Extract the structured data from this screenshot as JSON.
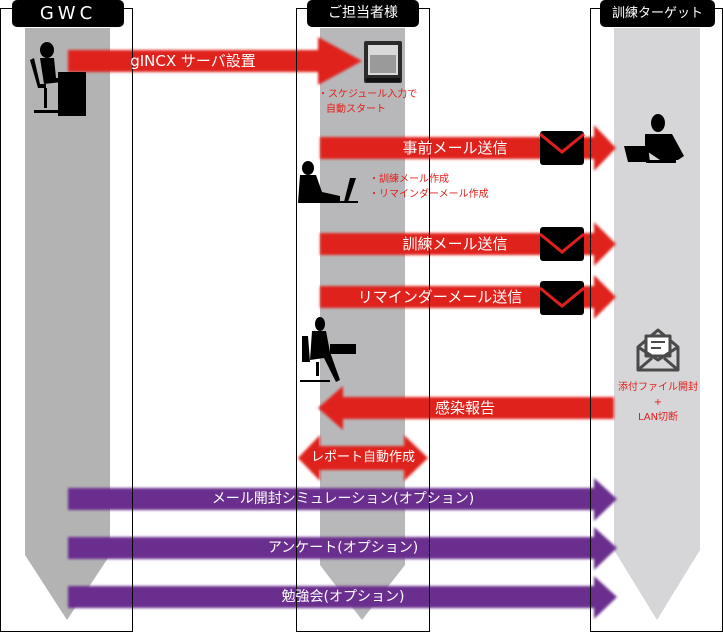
{
  "lanes": [
    {
      "id": "gwc",
      "title": "GWC"
    },
    {
      "id": "customer",
      "title": "ご担当者様"
    },
    {
      "id": "target",
      "title": "訓練ターゲット"
    }
  ],
  "flows": [
    {
      "id": "server-setup",
      "label": "gINCX サーバ設置",
      "color": "#e0201c",
      "direction": "right",
      "from": "GWC",
      "to": "ご担当者様"
    },
    {
      "id": "pre-mail",
      "label": "事前メール送信",
      "color": "#e0201c",
      "direction": "right",
      "from": "ご担当者様",
      "to": "訓練ターゲット"
    },
    {
      "id": "training-mail",
      "label": "訓練メール送信",
      "color": "#e0201c",
      "direction": "right",
      "from": "ご担当者様",
      "to": "訓練ターゲット"
    },
    {
      "id": "reminder-mail",
      "label": "リマインダーメール送信",
      "color": "#e0201c",
      "direction": "right",
      "from": "ご担当者様",
      "to": "訓練ターゲット"
    },
    {
      "id": "infection-report",
      "label": "感染報告",
      "color": "#e0201c",
      "direction": "left",
      "from": "訓練ターゲット",
      "to": "ご担当者様"
    },
    {
      "id": "auto-report",
      "label": "レポート自動作成",
      "color": "#e0201c",
      "direction": "both"
    },
    {
      "id": "mail-open-sim",
      "label": "メール開封シミュレーション(オプション)",
      "color": "#6a2f8e",
      "direction": "right"
    },
    {
      "id": "survey",
      "label": "アンケート(オプション)",
      "color": "#6a2f8e",
      "direction": "right"
    },
    {
      "id": "study-session",
      "label": "勉強会(オプション)",
      "color": "#6a2f8e",
      "direction": "right"
    }
  ],
  "notes": {
    "schedule_line1": "・スケジュール入力で",
    "schedule_line2": "自動スタート",
    "create_line1": "・訓練メール作成",
    "create_line2": "・リマインダーメール作成",
    "open_line1": "添付ファイル開封",
    "open_line2": "+",
    "open_line3": "LAN切断"
  },
  "icons": {
    "gwc_person": "person-at-desk-icon",
    "server": "server-icon",
    "customer_person": "person-with-laptop-icon",
    "customer_person2": "woman-at-desk-icon",
    "target_person": "businessman-with-laptop-icon",
    "mail": "envelope-icon",
    "open_mail": "open-envelope-icon"
  },
  "colors": {
    "red": "#e0201c",
    "purple": "#6a2f8e",
    "lane_dark": "#b3b3b3",
    "lane_light": "#d6d6d8",
    "header": "#000000"
  }
}
